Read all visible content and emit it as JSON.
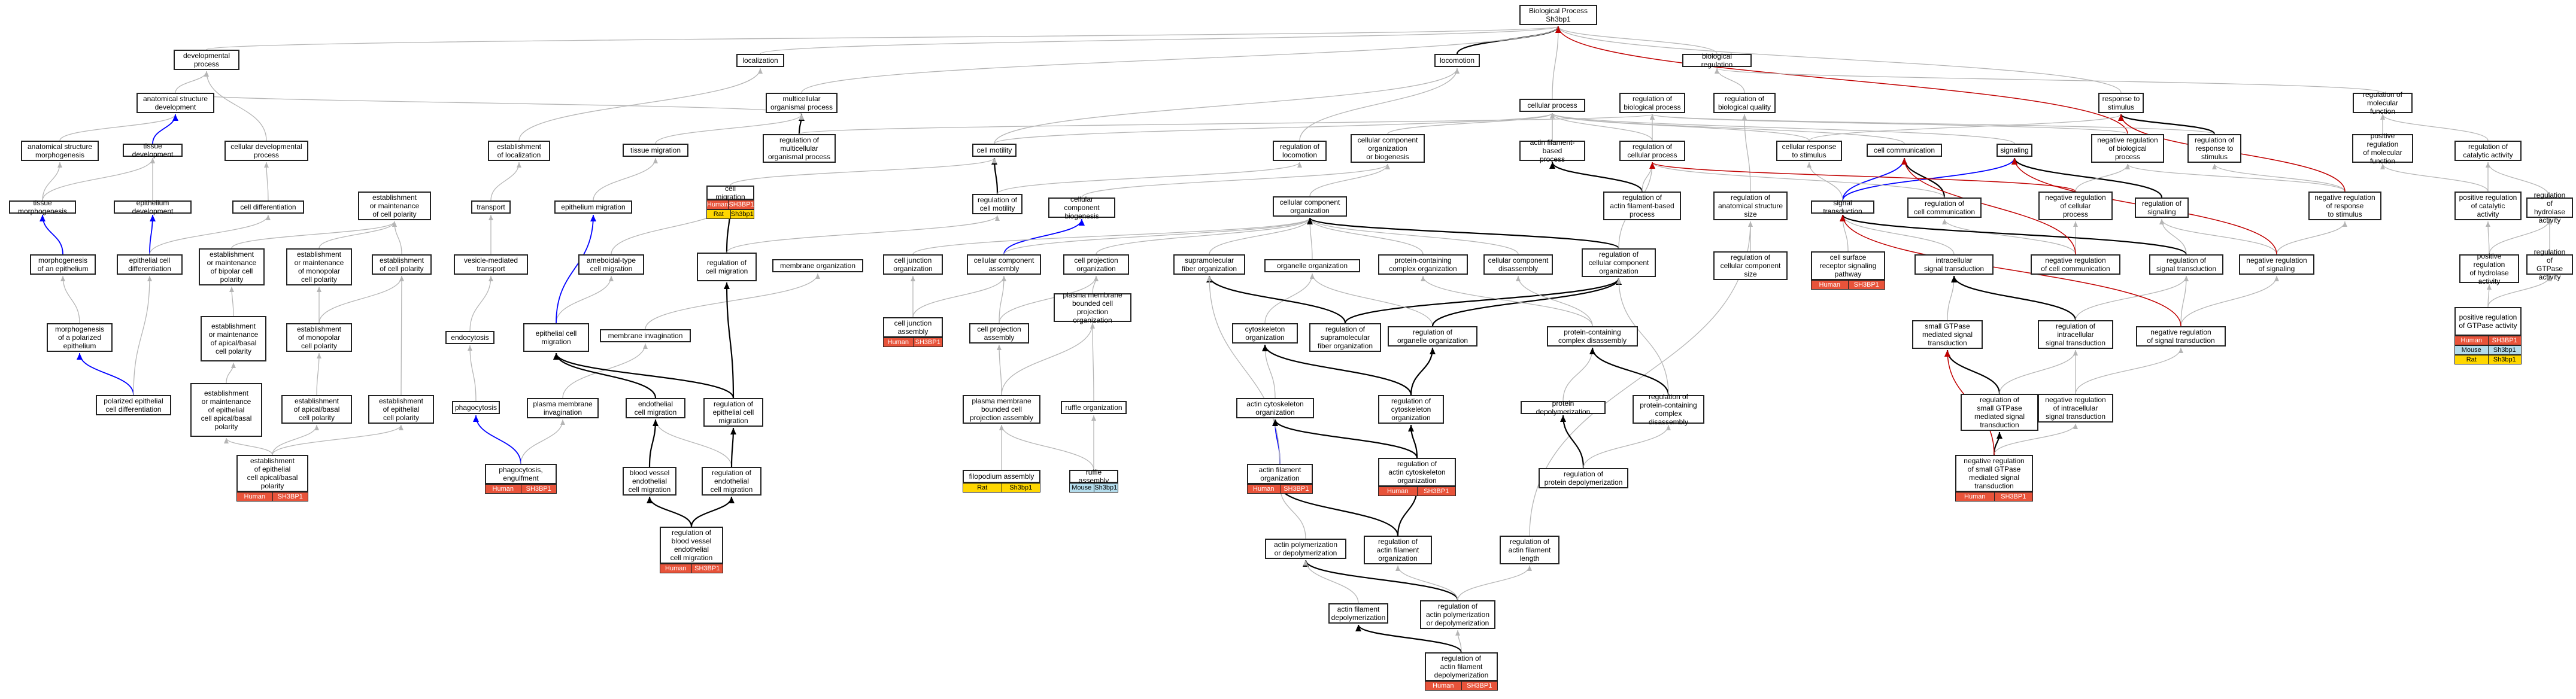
{
  "colors": {
    "gray": "#b5b5b5",
    "black": "#000000",
    "blue": "#0000ff",
    "red": "#c00000",
    "human": "#e8533a",
    "rat": "#ffd700",
    "mouse": "#b4dcec"
  },
  "nodes": {
    "bp": {
      "label": "Biological Process\nSh3bp1"
    },
    "dev": {
      "label": "developmental\nprocess"
    },
    "loc": {
      "label": "localization"
    },
    "locomotion": {
      "label": "locomotion"
    },
    "breg": {
      "label": "biological regulation"
    },
    "asd": {
      "label": "anatomical structure\ndevelopment"
    },
    "mop": {
      "label": "multicellular\norganismal process"
    },
    "cp": {
      "label": "cellular process"
    },
    "rbp": {
      "label": "regulation of\nbiological process"
    },
    "rbq": {
      "label": "regulation of\nbiological quality"
    },
    "rts": {
      "label": "response to\nstimulus"
    },
    "rmf": {
      "label": "regulation of\nmolecular function"
    },
    "asm": {
      "label": "anatomical structure\nmorphogenesis"
    },
    "td": {
      "label": "tissue development"
    },
    "cdp": {
      "label": "cellular developmental\nprocess"
    },
    "eloc": {
      "label": "establishment\nof localization"
    },
    "tm": {
      "label": "tissue migration"
    },
    "rmop": {
      "label": "regulation of\nmulticellular\norganismal process"
    },
    "rloco": {
      "label": "regulation of\nlocomotion"
    },
    "ccob": {
      "label": "cellular component\norganization\nor biogenesis"
    },
    "afbp": {
      "label": "actin filament-based\nprocess"
    },
    "rcp": {
      "label": "regulation of\ncellular process"
    },
    "crs": {
      "label": "cellular response\nto stimulus"
    },
    "cc": {
      "label": "cell communication"
    },
    "sig": {
      "label": "signaling"
    },
    "nrbp": {
      "label": "negative regulation\nof biological\nprocess"
    },
    "rrts": {
      "label": "regulation of\nresponse to\nstimulus"
    },
    "prmf": {
      "label": "positive regulation\nof molecular\nfunction"
    },
    "rca": {
      "label": "regulation of\ncatalytic activity"
    },
    "tmorph": {
      "label": "tissue morphogenesis"
    },
    "ed": {
      "label": "epithelium development"
    },
    "cdiff": {
      "label": "cell differentiation"
    },
    "emcp": {
      "label": "establishment\nor maintenance\nof cell polarity"
    },
    "transport": {
      "label": "transport"
    },
    "em": {
      "label": "epithelium migration"
    },
    "cm": {
      "label": "cell migration"
    },
    "cmot": {
      "label": "cell motility"
    },
    "rcmot": {
      "label": "regulation of\ncell motility"
    },
    "ccbiog": {
      "label": "cellular component\nbiogenesis"
    },
    "cco": {
      "label": "cellular component\norganization"
    },
    "rafbp": {
      "label": "regulation of\nactin filament-based\nprocess"
    },
    "rass": {
      "label": "regulation of\nanatomical structure\nsize"
    },
    "st": {
      "label": "signal transduction"
    },
    "rcc": {
      "label": "regulation of\ncell communication"
    },
    "nrcp": {
      "label": "negative regulation\nof cellular\nprocess"
    },
    "rsig": {
      "label": "regulation of\nsignaling"
    },
    "nrrts": {
      "label": "negative regulation\nof response\nto stimulus"
    },
    "prca": {
      "label": "positive regulation\nof catalytic\nactivity"
    },
    "rha": {
      "label": "regulation of\nhydrolase activity"
    },
    "moe": {
      "label": "morphogenesis\nof an epithelium"
    },
    "ecd": {
      "label": "epithelial cell\ndifferentiation"
    },
    "emcpbp": {
      "label": "establishment\nor maintenance\nof bipolar cell\npolarity"
    },
    "emmcp": {
      "label": "establishment\nor maintenance\nof monopolar\ncell polarity"
    },
    "ecp": {
      "label": "establishment\nof cell polarity"
    },
    "vmt": {
      "label": "vesicle-mediated\ntransport"
    },
    "atcm": {
      "label": "ameboidal-type\ncell migration"
    },
    "rcm": {
      "label": "regulation of\ncell migration"
    },
    "mo": {
      "label": "membrane organization"
    },
    "cjo": {
      "label": "cell junction\norganization"
    },
    "ccasm": {
      "label": "cellular component\nassembly"
    },
    "cpo": {
      "label": "cell projection\norganization"
    },
    "pmbcpo": {
      "label": "plasma membrane\nbounded cell\nprojection organization"
    },
    "sfo": {
      "label": "supramolecular\nfiber organization"
    },
    "oo": {
      "label": "organelle organization"
    },
    "pcco": {
      "label": "protein-containing\ncomplex organization"
    },
    "ccd": {
      "label": "cellular component\ndisassembly"
    },
    "rcco": {
      "label": "regulation of\ncellular component\norganization"
    },
    "rccs": {
      "label": "regulation of\ncellular component\nsize"
    },
    "csrsp": {
      "label": "cell surface\nreceptor signaling\npathway"
    },
    "ist": {
      "label": "intracellular\nsignal transduction"
    },
    "nrcc": {
      "label": "negative regulation\nof cell communication"
    },
    "rst": {
      "label": "regulation of\nsignal transduction"
    },
    "nrsig": {
      "label": "negative regulation\nof signaling"
    },
    "prha": {
      "label": "positive regulation\nof hydrolase\nactivity"
    },
    "rgtpase": {
      "label": "regulation of\nGTPase activity"
    },
    "mpe": {
      "label": "morphogenesis\nof a polarized\nepithelium"
    },
    "emabcp": {
      "label": "establishment\nor maintenance\nof apical/basal\ncell polarity"
    },
    "eacp": {
      "label": "establishment\nof monopolar\ncell polarity"
    },
    "endocytosis": {
      "label": "endocytosis"
    },
    "ecm": {
      "label": "epithelial cell\nmigration"
    },
    "mi": {
      "label": "membrane invagination"
    },
    "cja": {
      "label": "cell junction\nassembly"
    },
    "cpa": {
      "label": "cell projection\nassembly"
    },
    "cso": {
      "label": "cytoskeleton\norganization"
    },
    "rsfo": {
      "label": "regulation of\nsupramolecular\nfiber organization"
    },
    "roo": {
      "label": "regulation of\norganelle organization"
    },
    "pcca": {
      "label": "protein-containing\ncomplex disassembly"
    },
    "nrst": {
      "label": "negative regulation\nof signal transduction"
    },
    "sgtp": {
      "label": "small GTPase\nmediated signal\ntransduction"
    },
    "nrist": {
      "label": "negative regulation\nof intracellular\nsignal transduction"
    },
    "rist": {
      "label": "regulation of\nintracellular\nsignal transduction"
    },
    "pgtp": {
      "label": "positive regulation\nof GTPase activity"
    },
    "ped": {
      "label": "polarized epithelial\ncell differentiation"
    },
    "emeabcp": {
      "label": "establishment\nor maintenance\nof epithelial\ncell apical/basal\npolarity"
    },
    "eabcp": {
      "label": "establishment\nof apical/basal\ncell polarity"
    },
    "eecp": {
      "label": "establishment\nof epithelial\ncell polarity"
    },
    "phago": {
      "label": "phagocytosis"
    },
    "pmi": {
      "label": "plasma membrane\ninvagination"
    },
    "endcm": {
      "label": "endothelial\ncell migration"
    },
    "recm": {
      "label": "regulation of\nepithelial cell\nmigration"
    },
    "pmbcpa": {
      "label": "plasma membrane\nbounded cell\nprojection assembly"
    },
    "ro": {
      "label": "ruffle organization"
    },
    "aco": {
      "label": "actin cytoskeleton\norganization"
    },
    "rcso": {
      "label": "regulation of\ncytoskeleton\norganization"
    },
    "pd": {
      "label": "protein depolymerization"
    },
    "rpccd": {
      "label": "regulation of\nprotein-containing\ncomplex disassembly"
    },
    "rsgtp": {
      "label": "regulation of\nsmall GTPase\nmediated signal\ntransduction"
    },
    "eeacp": {
      "label": "establishment\nof epithelial\ncell apical/basal\npolarity"
    },
    "pe": {
      "label": "phagocytosis,\nengulfment"
    },
    "bvecm": {
      "label": "blood vessel\nendothelial\ncell migration"
    },
    "rendcm": {
      "label": "regulation of\nendothelial\ncell migration"
    },
    "fa": {
      "label": "filopodium assembly"
    },
    "ra": {
      "label": "ruffle assembly"
    },
    "afo": {
      "label": "actin filament\norganization"
    },
    "raco": {
      "label": "regulation of\nactin cytoskeleton\norganization"
    },
    "rpd": {
      "label": "regulation of\nprotein depolymerization"
    },
    "nrsgtp": {
      "label": "negative regulation\nof small GTPase\nmediated signal\ntransduction"
    },
    "rbvecm": {
      "label": "regulation of\nblood vessel\nendothelial\ncell migration"
    },
    "apod": {
      "label": "actin polymerization\nor depolymerization"
    },
    "rafo": {
      "label": "regulation of\nactin filament\norganization"
    },
    "rafl": {
      "label": "regulation of\nactin filament\nlength"
    },
    "afd": {
      "label": "actin filament\ndepolymerization"
    },
    "rapod": {
      "label": "regulation of\nactin polymerization\nor depolymerization"
    },
    "rafd": {
      "label": "regulation of\nactin filament\ndepolymerization"
    }
  },
  "annotations": [
    {
      "node": "cm",
      "rows": [
        {
          "species": "Human",
          "gene": "SH3BP1"
        },
        {
          "species": "Rat",
          "gene": "Sh3bp1"
        }
      ]
    },
    {
      "node": "eeacp",
      "rows": [
        {
          "species": "Human",
          "gene": "SH3BP1"
        }
      ]
    },
    {
      "node": "pe",
      "rows": [
        {
          "species": "Human",
          "gene": "SH3BP1"
        }
      ]
    },
    {
      "node": "rbvecm",
      "rows": [
        {
          "species": "Human",
          "gene": "SH3BP1"
        }
      ]
    },
    {
      "node": "cja",
      "rows": [
        {
          "species": "Human",
          "gene": "SH3BP1"
        }
      ]
    },
    {
      "node": "fa",
      "rows": [
        {
          "species": "Rat",
          "gene": "Sh3bp1"
        }
      ]
    },
    {
      "node": "ra",
      "rows": [
        {
          "species": "Mouse",
          "gene": "Sh3bp1"
        }
      ]
    },
    {
      "node": "afo",
      "rows": [
        {
          "species": "Human",
          "gene": "SH3BP1"
        }
      ]
    },
    {
      "node": "raco",
      "rows": [
        {
          "species": "Human",
          "gene": "SH3BP1"
        }
      ]
    },
    {
      "node": "rafd",
      "rows": [
        {
          "species": "Human",
          "gene": "SH3BP1"
        }
      ]
    },
    {
      "node": "csrsp",
      "rows": [
        {
          "species": "Human",
          "gene": "SH3BP1"
        }
      ]
    },
    {
      "node": "nrsgtp",
      "rows": [
        {
          "species": "Human",
          "gene": "SH3BP1"
        }
      ]
    },
    {
      "node": "pgtp",
      "rows": [
        {
          "species": "Human",
          "gene": "SH3BP1"
        },
        {
          "species": "Mouse",
          "gene": "Sh3bp1"
        },
        {
          "species": "Rat",
          "gene": "Sh3bp1"
        }
      ]
    }
  ]
}
